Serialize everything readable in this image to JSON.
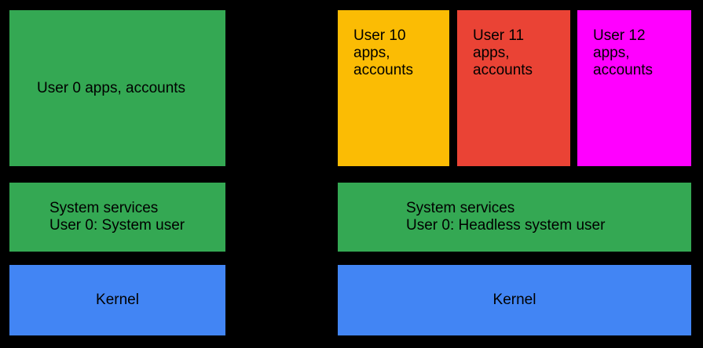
{
  "diagram": {
    "background_color": "#000000",
    "text_color": "#000000",
    "colors": {
      "green": "#34A853",
      "blue": "#4285F4",
      "yellow": "#FBBC04",
      "red": "#EA4335",
      "magenta": "#FF00FF"
    },
    "left_column": {
      "user_apps_box": {
        "label": "User 0 apps, accounts",
        "color": "#34A853"
      },
      "system_services_box": {
        "line1": "System services",
        "line2": "User 0: System user",
        "color": "#34A853"
      },
      "kernel_box": {
        "label": "Kernel",
        "color": "#4285F4"
      }
    },
    "right_column": {
      "user_boxes": [
        {
          "label": "User 10 apps, accounts",
          "color": "#FBBC04"
        },
        {
          "label": "User 11 apps, accounts",
          "color": "#EA4335"
        },
        {
          "label": "User 12 apps, accounts",
          "color": "#FF00FF"
        }
      ],
      "system_services_box": {
        "line1": "System services",
        "line2": "User 0: Headless system user",
        "color": "#34A853"
      },
      "kernel_box": {
        "label": "Kernel",
        "color": "#4285F4"
      }
    }
  }
}
